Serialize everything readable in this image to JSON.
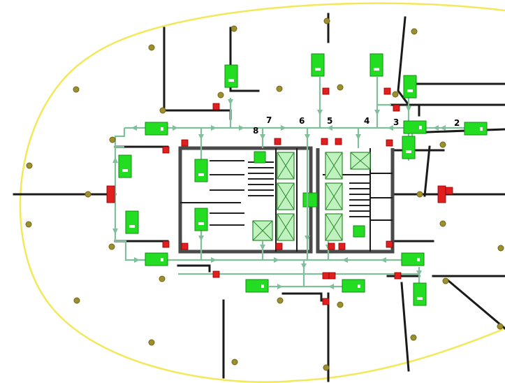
{
  "route_labels": [
    "7",
    "6",
    "5",
    "4",
    "3",
    "2",
    "8"
  ],
  "colors": {
    "floor_outline": "#f2e85a",
    "walls": "#1a1a1a",
    "core": "#4a4a4a",
    "evacuation_route": "#7fbf9a",
    "assembly_station": "#22dd22",
    "exit_marker": "#e11f1f",
    "column": "#9e8f2e",
    "elevator": "#bff2bf"
  },
  "icons": [
    "column-icon",
    "exit-marker-icon",
    "assembly-station-icon",
    "elevator-icon",
    "stair-icon",
    "arrow-icon"
  ]
}
